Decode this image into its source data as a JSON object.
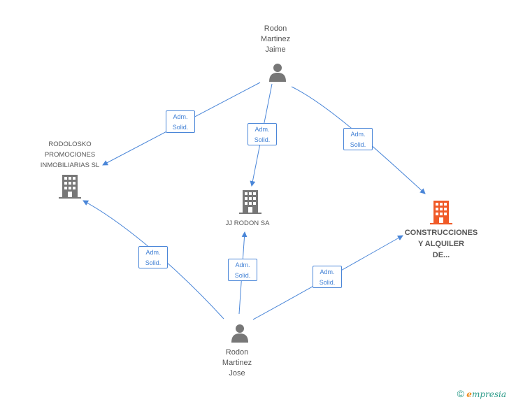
{
  "nodes": {
    "jaime": {
      "label": "Rodon\nMartinez\nJaime",
      "icon": "person-icon"
    },
    "jose": {
      "label": "Rodon\nMartinez\nJose",
      "icon": "person-icon"
    },
    "rodolosko": {
      "label": "RODOLOSKO\nPROMOCIONES\nINMOBILIARIAS SL",
      "icon": "building-icon"
    },
    "jjrodon": {
      "label": "JJ RODON SA",
      "icon": "building-icon"
    },
    "construcciones": {
      "label": "CONSTRUCCIONES\nY ALQUILER\nDE...",
      "icon": "building-icon",
      "color": "#f05a28"
    }
  },
  "edges": [
    {
      "from": "jaime",
      "to": "rodolosko",
      "label_line1": "Adm.",
      "label_line2": "Solid."
    },
    {
      "from": "jaime",
      "to": "jjrodon",
      "label_line1": "Adm.",
      "label_line2": "Solid."
    },
    {
      "from": "jaime",
      "to": "construcciones",
      "label_line1": "Adm.",
      "label_line2": "Solid."
    },
    {
      "from": "jose",
      "to": "rodolosko",
      "label_line1": "Adm.",
      "label_line2": "Solid."
    },
    {
      "from": "jose",
      "to": "jjrodon",
      "label_line1": "Adm.",
      "label_line2": "Solid."
    },
    {
      "from": "jose",
      "to": "construcciones",
      "label_line1": "Adm.",
      "label_line2": "Solid."
    }
  ],
  "colors": {
    "edge": "#4a86d8",
    "icon_gray": "#777777",
    "icon_highlight": "#f05a28"
  },
  "footer": {
    "copyright": "©",
    "brand_e": "e",
    "brand_rest": "mpresia"
  }
}
